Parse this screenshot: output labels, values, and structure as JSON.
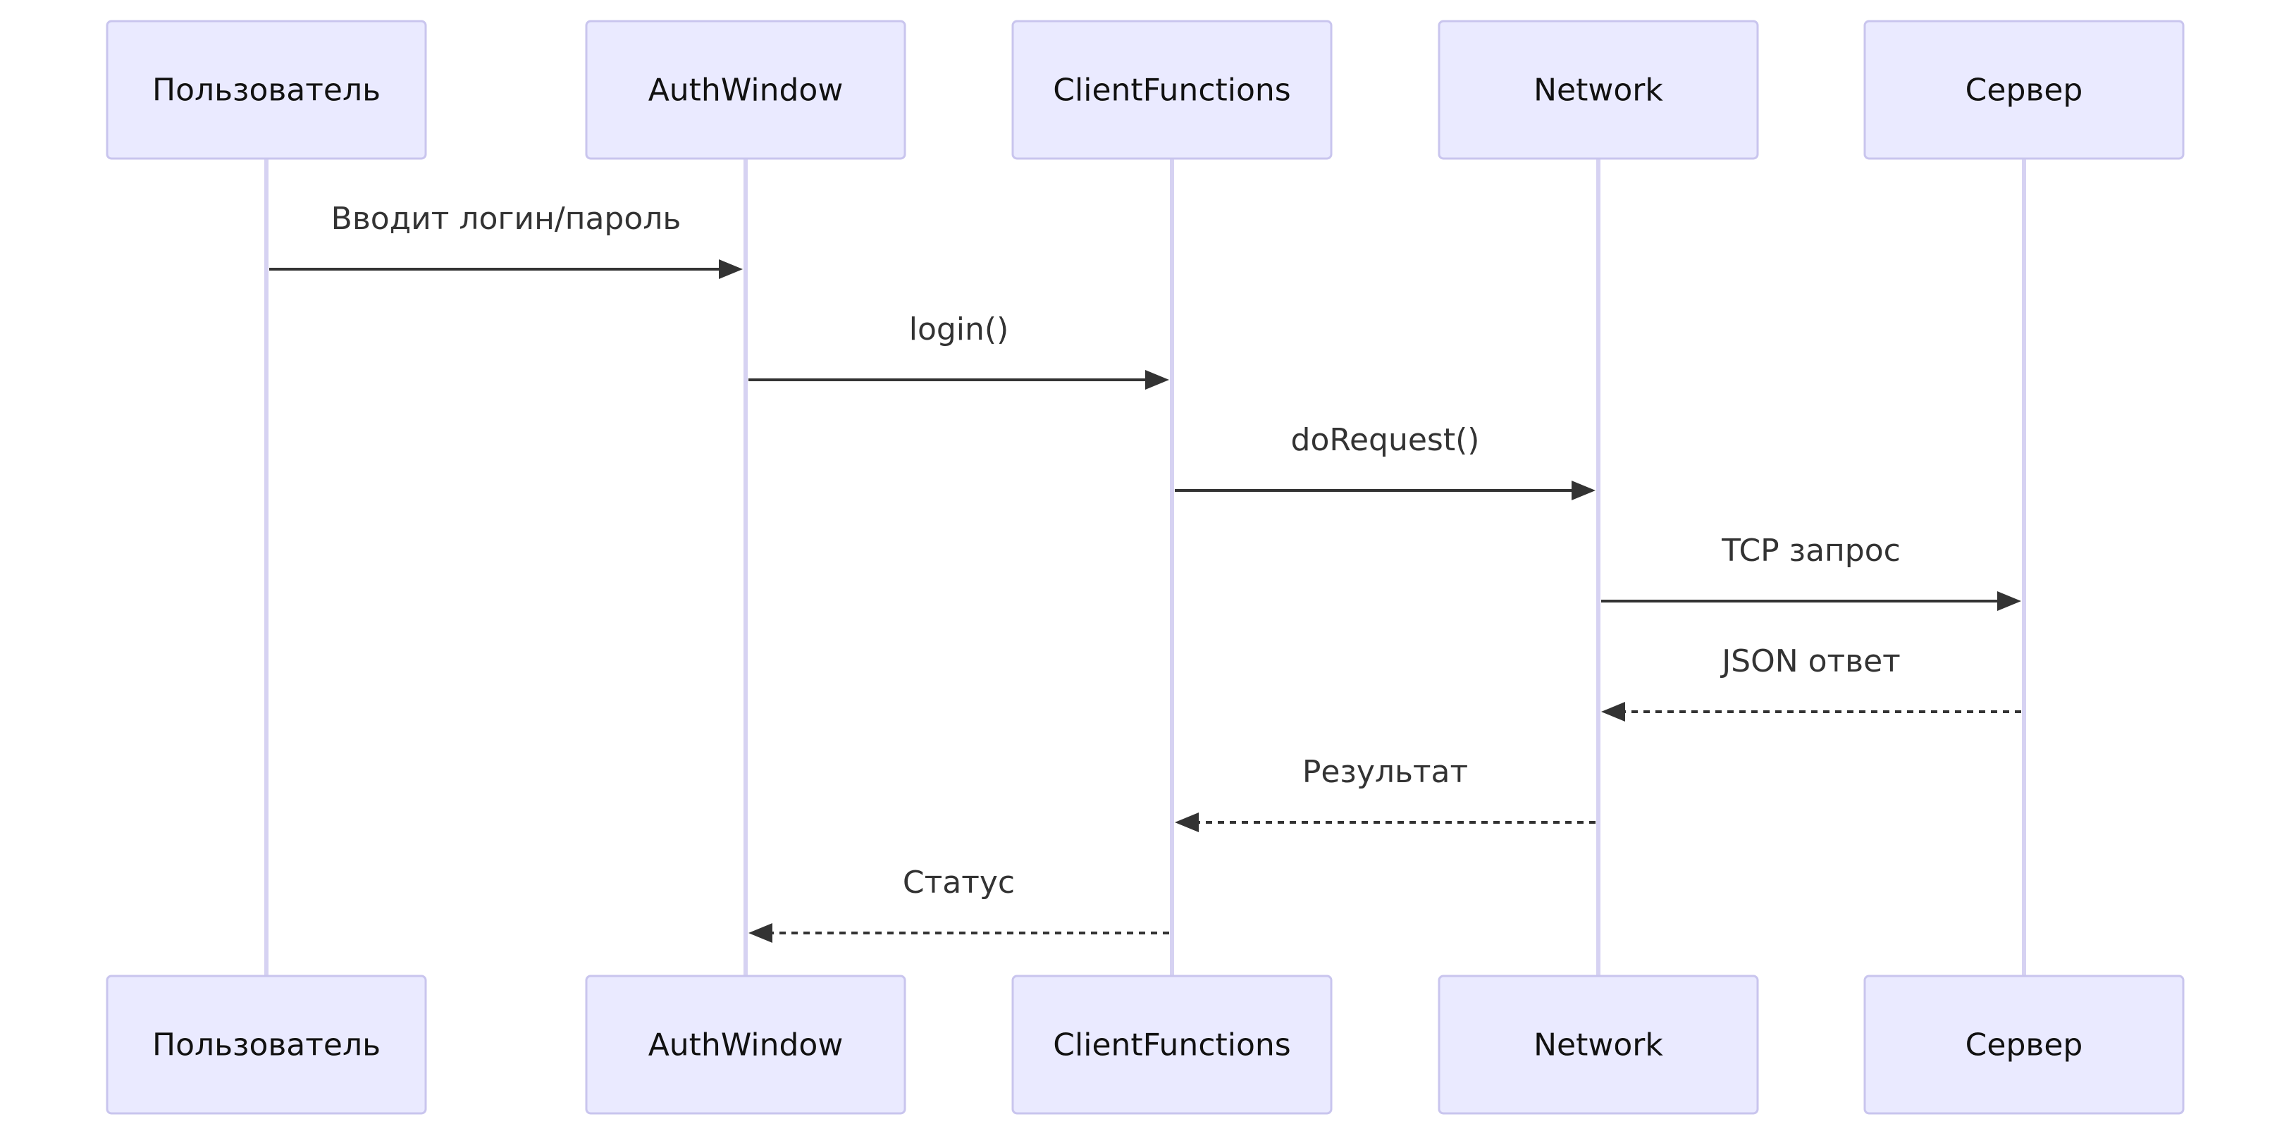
{
  "diagram": {
    "type": "sequence",
    "participants": [
      {
        "id": "user",
        "label": "Пользователь"
      },
      {
        "id": "auth",
        "label": "AuthWindow"
      },
      {
        "id": "client",
        "label": "ClientFunctions"
      },
      {
        "id": "network",
        "label": "Network"
      },
      {
        "id": "server",
        "label": "Сервер"
      }
    ],
    "messages": [
      {
        "from": "user",
        "to": "auth",
        "label": "Вводит логин/пароль",
        "style": "solid"
      },
      {
        "from": "auth",
        "to": "client",
        "label": "login()",
        "style": "solid"
      },
      {
        "from": "client",
        "to": "network",
        "label": "doRequest()",
        "style": "solid"
      },
      {
        "from": "network",
        "to": "server",
        "label": "TCP запрос",
        "style": "solid"
      },
      {
        "from": "server",
        "to": "network",
        "label": "JSON ответ",
        "style": "dashed"
      },
      {
        "from": "network",
        "to": "client",
        "label": "Результат",
        "style": "dashed"
      },
      {
        "from": "client",
        "to": "auth",
        "label": "Статус",
        "style": "dashed"
      }
    ]
  }
}
